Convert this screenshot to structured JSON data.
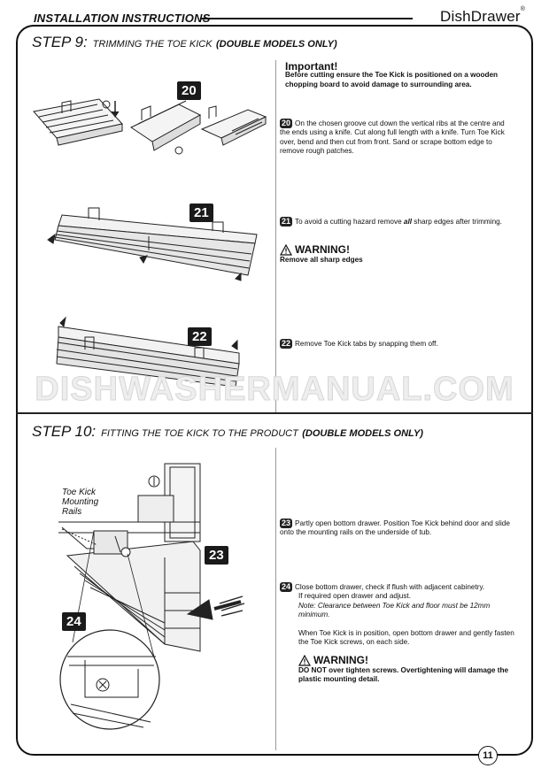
{
  "header": {
    "title": "INSTALLATION INSTRUCTIONS",
    "brand": "DishDrawer",
    "brand_mark": "®"
  },
  "step9": {
    "number": "STEP 9:",
    "title": "TRIMMING THE TOE KICK",
    "qualifier": "(DOUBLE MODELS ONLY)",
    "important_title": "Important!",
    "important_body": "Before cutting ensure the Toe Kick is positioned on a wooden chopping board to avoid damage to surrounding area.",
    "items": [
      {
        "num": "20",
        "text": "On the chosen groove cut down the vertical ribs at the centre and the ends using a knife.  Cut along full length with a knife. Turn Toe Kick over, bend and then cut from front. Sand or scrape bottom edge to remove rough patches."
      },
      {
        "num": "21",
        "text_pre": "To avoid a cutting hazard remove ",
        "text_em": "all",
        "text_post": " sharp edges after trimming."
      },
      {
        "num": "22",
        "text": "Remove Toe Kick tabs by snapping them off."
      }
    ],
    "warning_title": "WARNING!",
    "warning_body": "Remove all sharp edges",
    "figures": [
      "20",
      "21",
      "22"
    ]
  },
  "watermark": "DISHWASHERMANUAL.COM",
  "step10": {
    "number": "STEP 10:",
    "title": "FITTING THE TOE KICK TO THE PRODUCT",
    "qualifier": "(DOUBLE MODELS ONLY)",
    "rails_label": [
      "Toe Kick",
      "Mounting",
      "Rails"
    ],
    "items": [
      {
        "num": "23",
        "text": "Partly open bottom drawer. Position Toe Kick behind door and slide onto the mounting rails on the underside of tub."
      },
      {
        "num": "24",
        "line1": "Close bottom drawer, check if flush with adjacent cabinetry.",
        "line2": "If required open drawer and adjust.",
        "note": "Note: Clearance between Toe Kick and floor must be 12mm minimum.",
        "line3": "When Toe Kick is in position, open bottom drawer and gently fasten the Toe Kick screws, on each side."
      }
    ],
    "warning_title": "WARNING!",
    "warning_body": "DO NOT over tighten screws.  Overtightening will damage the plastic mounting detail.",
    "figures": [
      "23",
      "24"
    ]
  },
  "page_number": "11",
  "icons": [
    "warning-triangle-icon",
    "arrow-icon"
  ]
}
